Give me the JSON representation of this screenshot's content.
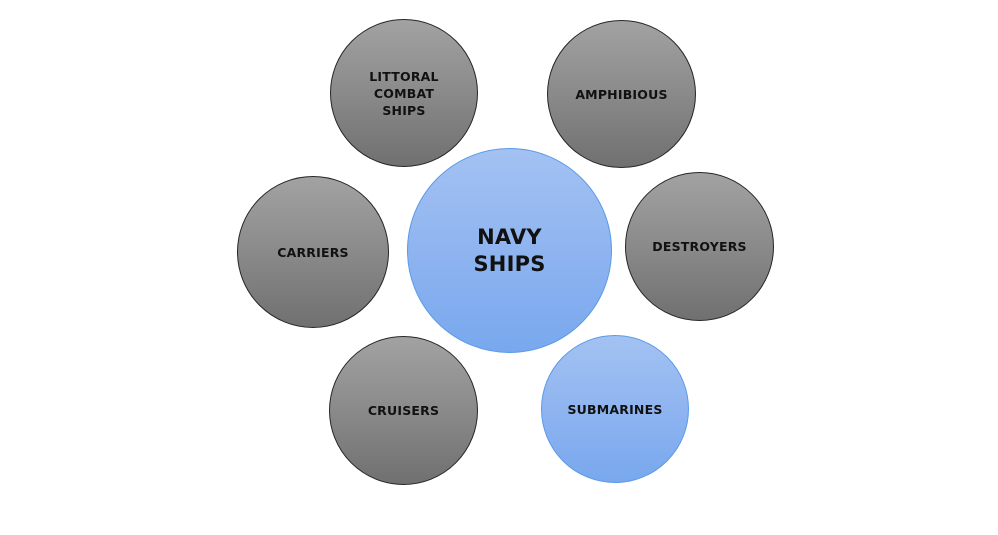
{
  "diagram": {
    "center": {
      "label": "NAVY\nSHIPS",
      "color": "#8fb4f0"
    },
    "nodes": [
      {
        "label": "LITTORAL\nCOMBAT\nSHIPS",
        "color": "#8a8a8a"
      },
      {
        "label": "AMPHIBIOUS",
        "color": "#8a8a8a"
      },
      {
        "label": "CARRIERS",
        "color": "#8a8a8a"
      },
      {
        "label": "DESTROYERS",
        "color": "#8a8a8a"
      },
      {
        "label": "CRUISERS",
        "color": "#8a8a8a"
      },
      {
        "label": "SUBMARINES",
        "color": "#8fb4f0"
      }
    ]
  }
}
